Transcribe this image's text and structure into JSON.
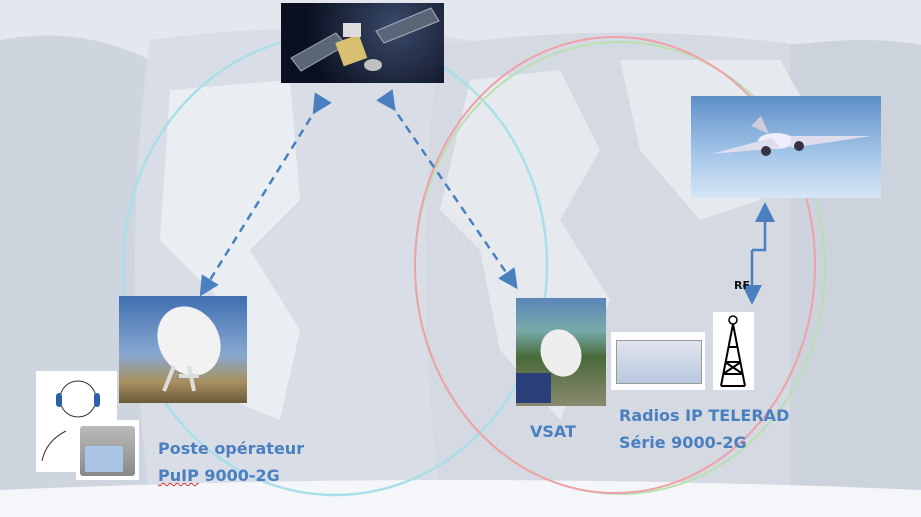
{
  "operator": {
    "line1": "Poste opérateur",
    "line2_spell": "PuIP",
    "line2_rest": " 9000-2G"
  },
  "vsat": {
    "label": "VSAT"
  },
  "radios": {
    "line1": "Radios IP TELERAD",
    "line2": "Série 9000-2G"
  },
  "rf": {
    "label": "RF"
  },
  "colors": {
    "text": "#4a7fc0",
    "arrow": "#4a7fc0",
    "coverage_cyan": "#a9dfe9",
    "coverage_red": "#f0a0a8",
    "coverage_green": "#b8e0b0"
  }
}
